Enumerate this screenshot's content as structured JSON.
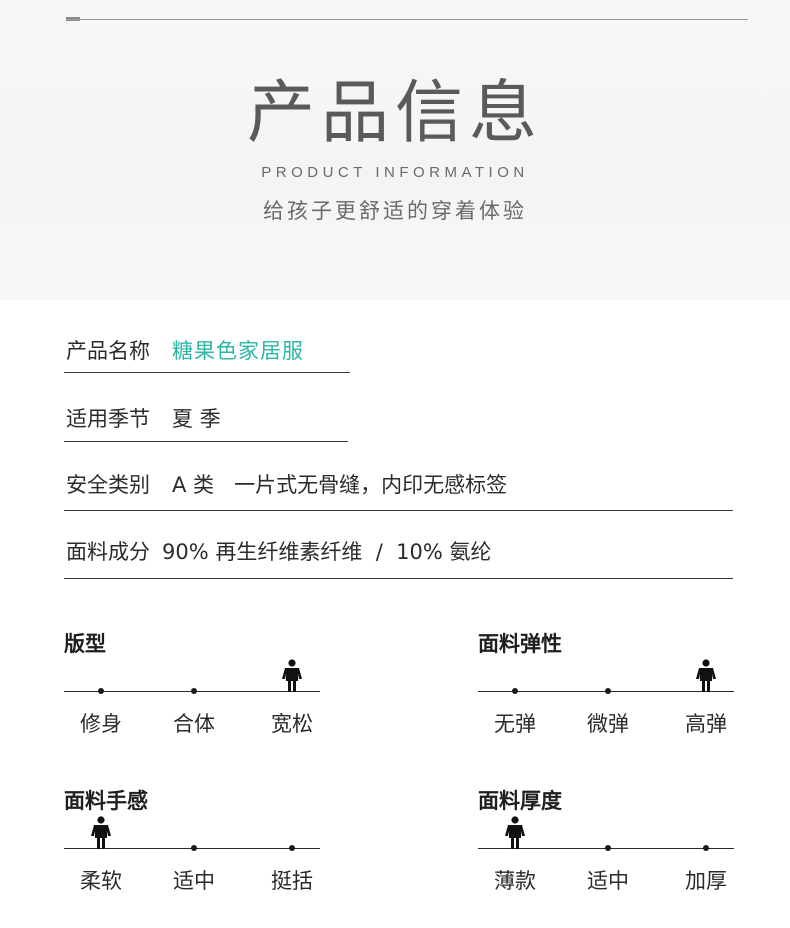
{
  "header": {
    "title": "产品信息",
    "subtitle_en": "PRODUCT INFORMATION",
    "subtitle_cn": "给孩子更舒适的穿着体验"
  },
  "info": {
    "name_label": "产品名称",
    "name_value": "糖果色家居服",
    "season_label": "适用季节",
    "season_value": "夏 季",
    "safety_label": "安全类别",
    "safety_value": "A 类   一片式无骨缝，内印无感标签",
    "fabric_label": "面料成分",
    "fabric_value": "90% 再生纤维素纤维  /  10% 氨纶"
  },
  "attributes": [
    {
      "title": "版型",
      "options": [
        "修身",
        "合体",
        "宽松"
      ],
      "selected_index": 2
    },
    {
      "title": "面料弹性",
      "options": [
        "无弹",
        "微弹",
        "高弹"
      ],
      "selected_index": 2
    },
    {
      "title": "面料手感",
      "options": [
        "柔软",
        "适中",
        "挺括"
      ],
      "selected_index": 0
    },
    {
      "title": "面料厚度",
      "options": [
        "薄款",
        "适中",
        "加厚"
      ],
      "selected_index": 0
    }
  ],
  "colors": {
    "accent": "#2cb6a6",
    "text": "#2b2b2b",
    "title": "#5a5a5a"
  }
}
